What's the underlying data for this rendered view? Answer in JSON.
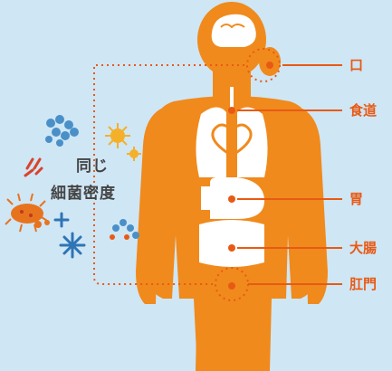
{
  "caption": {
    "line1": "同じ",
    "line2": "細菌密度"
  },
  "organs": {
    "mouth": "口",
    "esophagus": "食道",
    "stomach": "胃",
    "large_intestine": "大腸",
    "anus": "肛門"
  },
  "colors": {
    "background": "#cfe6f5",
    "body": "#f08a1c",
    "accent": "#e85a14",
    "organ": "#ffffff"
  }
}
